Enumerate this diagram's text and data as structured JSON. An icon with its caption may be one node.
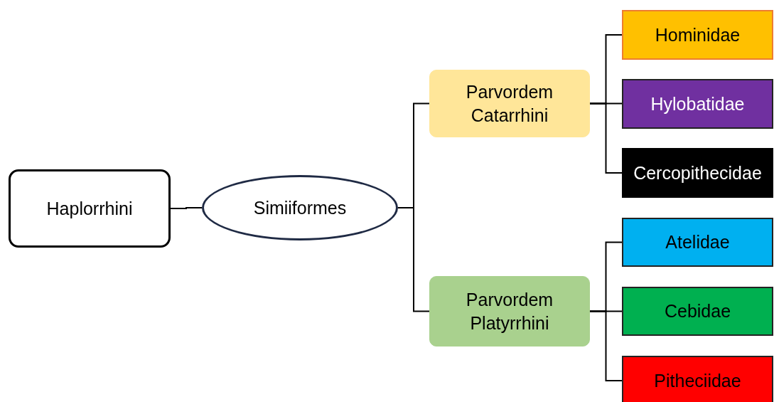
{
  "diagram": {
    "nodes": [
      {
        "text": [
          "Haplorrhini"
        ]
      },
      {
        "text": [
          "Simiiformes"
        ]
      },
      {
        "text": [
          "Parvordem Catarrhini"
        ]
      },
      {
        "text": [
          "Parvordem Platyrrhini"
        ]
      },
      {
        "text": [
          "Hominidae"
        ]
      },
      {
        "text": [
          "Hylobatidae"
        ]
      },
      {
        "text": [
          "Cercopithecidae"
        ]
      },
      {
        "text": [
          "Atelidae"
        ]
      },
      {
        "text": [
          "Cebidae"
        ]
      },
      {
        "text": [
          "Pitheciidae"
        ]
      }
    ],
    "edges": [
      {
        "from": 0,
        "to": 1,
        "arrow": "none"
      },
      {
        "from": 1,
        "to": 2,
        "arrow": "none"
      },
      {
        "from": 1,
        "to": 3,
        "arrow": "none"
      },
      {
        "from": 2,
        "to": 4,
        "arrow": "none"
      },
      {
        "from": 2,
        "to": 5,
        "arrow": "none"
      },
      {
        "from": 2,
        "to": 6,
        "arrow": "none"
      },
      {
        "from": 3,
        "to": 7,
        "arrow": "none"
      },
      {
        "from": 3,
        "to": 8,
        "arrow": "none"
      },
      {
        "from": 3,
        "to": 9,
        "arrow": "none"
      }
    ]
  }
}
